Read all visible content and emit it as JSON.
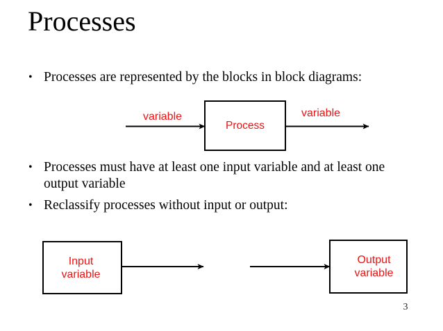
{
  "slide": {
    "title": "Processes",
    "page_number": "3",
    "background_color": "#ffffff",
    "text_color": "#000000",
    "accent_color": "#ee1111",
    "bullet_glyph": "•"
  },
  "bullets": [
    {
      "text": "Processes are represented by the blocks in block diagrams:"
    },
    {
      "text": "Processes must have at least one input variable and at least one output variable"
    },
    {
      "text": "Reclassify processes without input or output:"
    }
  ],
  "diagram_top": {
    "input_label": "variable",
    "box_label": "Process",
    "output_label": "variable"
  },
  "diagram_bottom": {
    "input_box_label": "Input\nvariable",
    "output_box_label": "Output\nvariable"
  }
}
